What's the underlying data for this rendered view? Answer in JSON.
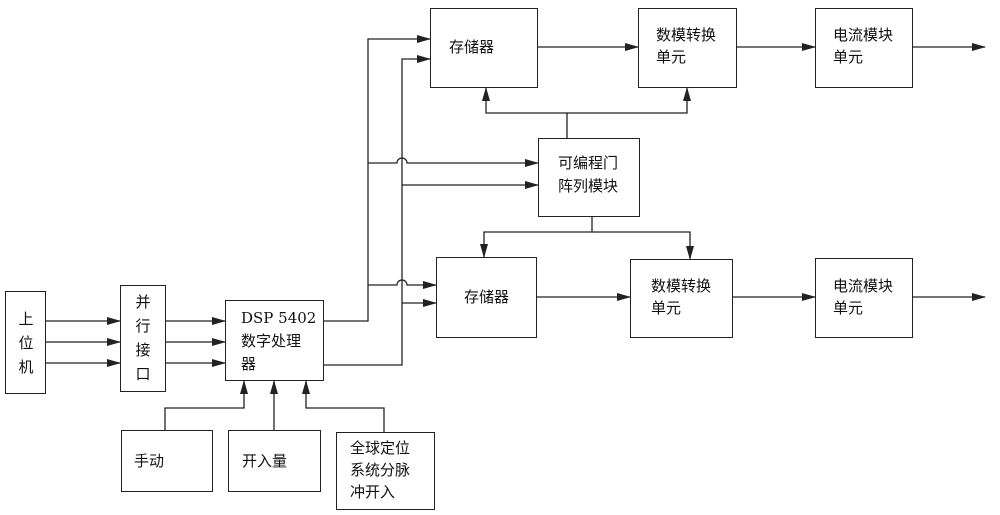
{
  "diagram": {
    "host_pc": "上位机",
    "parallel_port": "并行接口",
    "dsp": {
      "line1": "DSP 5402",
      "line2": "数字处理",
      "line3": "器"
    },
    "manual": "手动",
    "switch_input": {
      "line1": "开入量"
    },
    "gps": {
      "line1": "全球定位",
      "line2": "系统分脉",
      "line3": "冲开入"
    },
    "fpga": {
      "line1": "可编程门",
      "line2": "阵列模块"
    },
    "channel_top": {
      "memory": "存储器",
      "dac": {
        "line1": "数模转换",
        "line2": "单元"
      },
      "current": {
        "line1": "电流模块",
        "line2": "单元"
      }
    },
    "channel_bottom": {
      "memory": "存储器",
      "dac": {
        "line1": "数模转换",
        "line2": "单元"
      },
      "current": {
        "line1": "电流模块",
        "line2": "单元"
      }
    },
    "colors": {
      "stroke": "#222222",
      "background": "#ffffff"
    }
  }
}
